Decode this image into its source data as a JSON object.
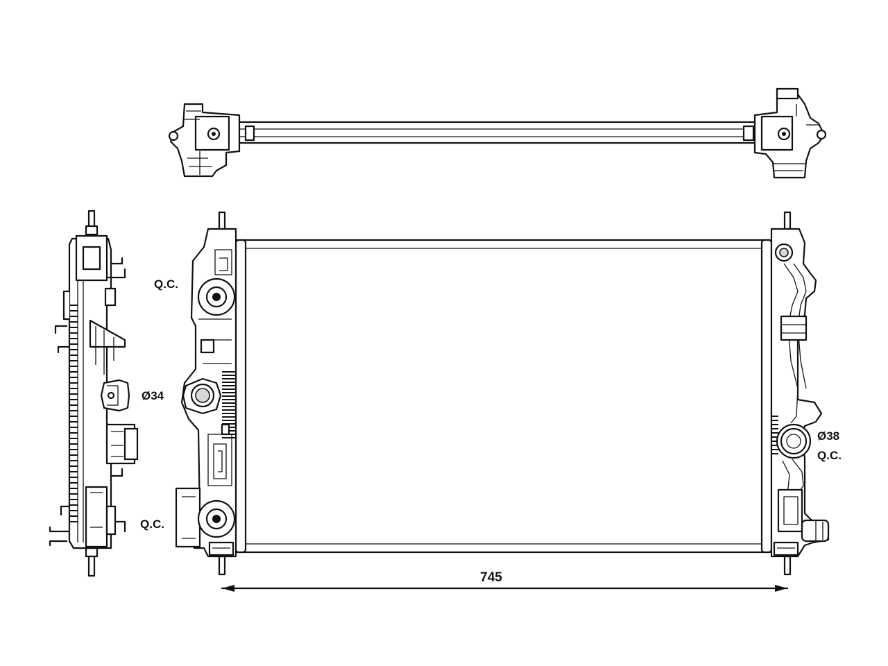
{
  "drawing": {
    "labels": {
      "qc_top_left": "Q.C.",
      "qc_bottom_left": "Q.C.",
      "inlet_diameter": "Ø34",
      "outlet_diameter": "Ø38",
      "qc_right": "Q.C.",
      "width_dimension": "745"
    },
    "colors": {
      "line": "#111111",
      "background": "#ffffff",
      "shade": "#d9d9d9"
    }
  }
}
